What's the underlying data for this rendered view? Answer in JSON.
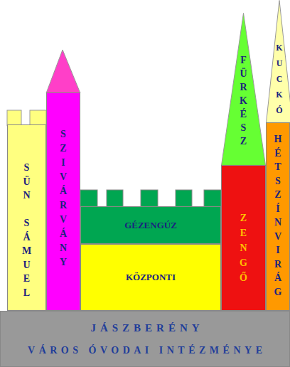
{
  "diagram": {
    "nodes": [
      {
        "text": [
          "SÜN SÁMUEL"
        ]
      },
      {
        "text": [
          "SZIVÁRVÁNY"
        ]
      },
      {
        "text": [
          "GÉZENGÚZ"
        ]
      },
      {
        "text": [
          "KÖZPONTI"
        ]
      },
      {
        "text": [
          "FÜRKÉSZ"
        ]
      },
      {
        "text": [
          "ZENGŐ"
        ]
      },
      {
        "text": [
          "KUCKÓ"
        ]
      },
      {
        "text": [
          "HÉTSZÍNVIRÁG"
        ]
      },
      {
        "text": [
          "JÁSZBERÉNY",
          "VÁROS ÓVODAI INTÉZMÉNYE"
        ]
      }
    ]
  }
}
